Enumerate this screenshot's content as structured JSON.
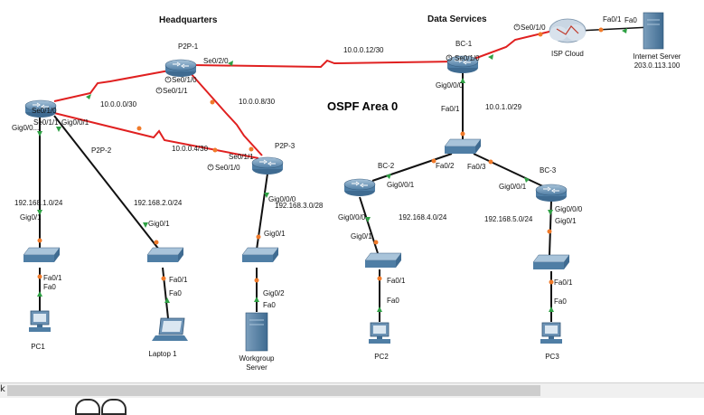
{
  "diagram": {
    "titles": {
      "headquarters": "Headquarters",
      "data_services": "Data Services",
      "ospf": "OSPF Area 0"
    },
    "devices": {
      "p2p1": "P2P-1",
      "p2p2": "P2P-2",
      "p2p3": "P2P-3",
      "bc1": "BC-1",
      "bc2": "BC-2",
      "bc3": "BC-3",
      "isp": "ISP Cloud",
      "internet_server_l1": "Internet Server",
      "internet_server_l2": "203.0.113.100",
      "pc1": "PC1",
      "laptop1": "Laptop 1",
      "wg_l1": "Workgroup",
      "wg_l2": "Server",
      "pc2": "PC2",
      "pc3": "PC3"
    },
    "networks": {
      "n1": "10.0.0.0/30",
      "n2": "10.0.0.8/30",
      "n3": "10.0.0.4/30",
      "n4": "10.0.0.12/30",
      "n5": "10.0.1.0/29",
      "n6": "192.168.1.0/24",
      "n7": "192.168.2.0/24",
      "n8": "192.168.3.0/28",
      "n9": "192.168.4.0/24",
      "n10": "192.168.5.0/24"
    },
    "ports": {
      "p2p1_se020": "Se0/2/0",
      "p2p1_se010": "Se0/1/0",
      "p2p1_se011": "Se0/1/1",
      "r2_se010": "Se0/1/0",
      "r2_se011": "Se0/1/1",
      "r2_gig000": "Gig0/0...",
      "r2_gig001": "Gig0/0/1",
      "p2p3_se011": "Se0/1/1",
      "p2p3_se010": "Se0/1/0",
      "p2p3_gig000": "Gig0/0/0",
      "bc1_se010": "Se0/1/0",
      "bc1_gig000": "Gig0/0/0",
      "isp_se010": "Se0/1/0",
      "isp_fa01": "Fa0/1",
      "srv_fa0": "Fa0",
      "sw_fa01": "Fa0/1",
      "sw_fa02": "Fa0/2",
      "sw_fa03": "Fa0/3",
      "bc2_gig001": "Gig0/0/1",
      "bc2_gig000": "Gig0/0/0",
      "bc3_gig001": "Gig0/0/1",
      "bc3_gig000": "Gig0/0/0",
      "sw1_gig01": "Gig0/1",
      "sw1_fa01": "Fa0/1",
      "pc1_fa0": "Fa0",
      "sw2_gig01": "Gig0/1",
      "sw2_fa01": "Fa0/1",
      "lap_fa0": "Fa0",
      "sw3_gig01": "Gig0/1",
      "sw3_gig02": "Gig0/2",
      "wg_fa0": "Fa0",
      "sw4_gig01": "Gig0/1",
      "sw4_fa01": "Fa0/1",
      "pc2_fa0": "Fa0",
      "bc3_gig01": "Gig0/1",
      "sw5_fa01": "Fa0/1",
      "pc3_fa0": "Fa0"
    },
    "colors": {
      "serial": "#e02020",
      "ethernet": "#111111",
      "up": "#2ea043",
      "down": "#f07a2a",
      "device": "#5e8fb5"
    }
  },
  "ui": {
    "scroll_left_arrow": "k"
  }
}
